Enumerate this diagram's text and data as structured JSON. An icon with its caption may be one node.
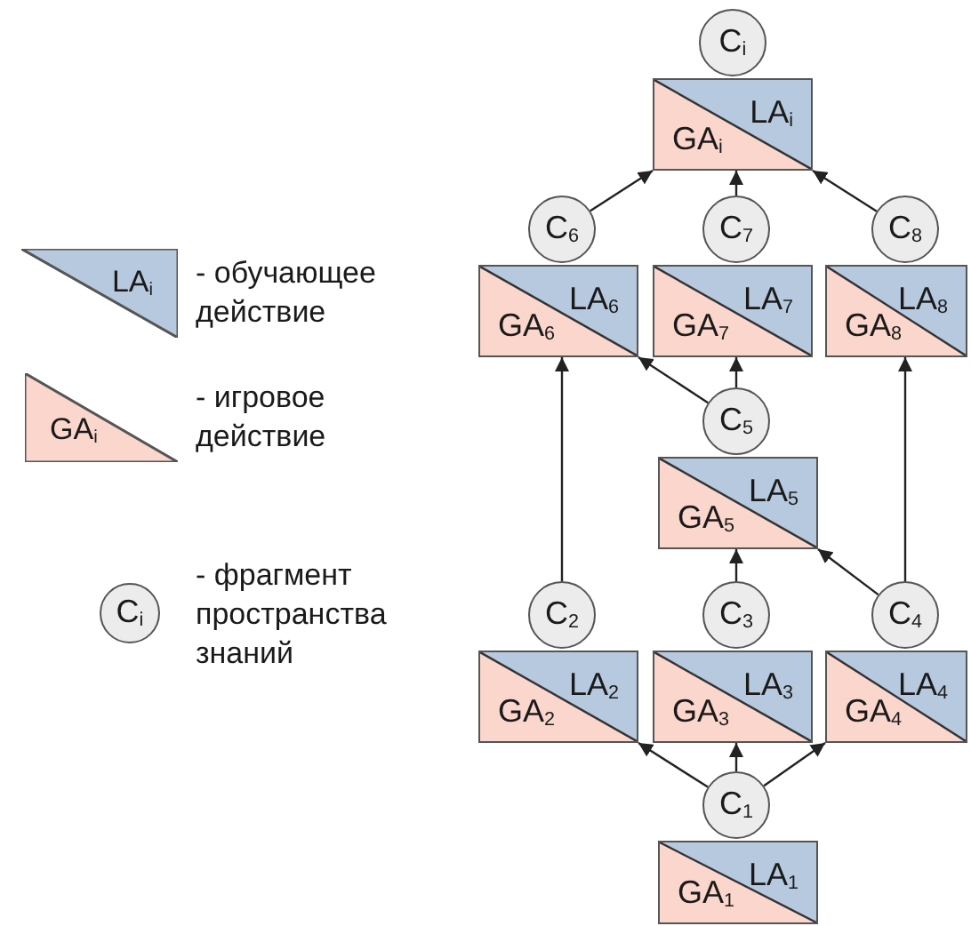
{
  "diagram": {
    "nodes": [
      {
        "text": [
          "C$_{i}$"
        ]
      },
      {
        "text": [
          "LA$_{i}$",
          "GA$_{i}$"
        ]
      },
      {
        "text": [
          "C$_{6}$"
        ]
      },
      {
        "text": [
          "C$_{7}$"
        ]
      },
      {
        "text": [
          "C$_{8}$"
        ]
      },
      {
        "text": [
          "LA$_{6}$",
          "GA$_{6}$"
        ]
      },
      {
        "text": [
          "LA$_{7}$",
          "GA$_{7}$"
        ]
      },
      {
        "text": [
          "LA$_{8}$",
          "GA$_{8}$"
        ]
      },
      {
        "text": [
          "C$_{5}$"
        ]
      },
      {
        "text": [
          "LA$_{5}$",
          "GA$_{5}$"
        ]
      },
      {
        "text": [
          "C$_{2}$"
        ]
      },
      {
        "text": [
          "C$_{3}$"
        ]
      },
      {
        "text": [
          "C$_{4}$"
        ]
      },
      {
        "text": [
          "LA$_{2}$",
          "GA$_{2}$"
        ]
      },
      {
        "text": [
          "LA$_{3}$",
          "GA$_{3}$"
        ]
      },
      {
        "text": [
          "LA$_{4}$",
          "GA$_{4}$"
        ]
      },
      {
        "text": [
          "C$_{1}$"
        ]
      },
      {
        "text": [
          "LA$_{1}$",
          "GA$_{1}$"
        ]
      },
      {
        "text": [
          "LA$_{i}$"
        ],
        "beside": [
          "- обучающее действие"
        ]
      },
      {
        "text": [
          "GA$_{i}$"
        ],
        "beside": [
          "- игровое действие"
        ]
      },
      {
        "text": [
          "C$_{i}$"
        ],
        "beside": [
          "- фрагмент пространства знаний"
        ]
      }
    ],
    "edges": [
      {
        "from": 16,
        "to": 13,
        "arrow": "to"
      },
      {
        "from": 16,
        "to": 14,
        "arrow": "to"
      },
      {
        "from": 16,
        "to": 15,
        "arrow": "to"
      },
      {
        "from": 10,
        "to": 5,
        "arrow": "to"
      },
      {
        "from": 11,
        "to": 9,
        "arrow": "to"
      },
      {
        "from": 12,
        "to": 9,
        "arrow": "to"
      },
      {
        "from": 12,
        "to": 7,
        "arrow": "to"
      },
      {
        "from": 8,
        "to": 5,
        "arrow": "to"
      },
      {
        "from": 8,
        "to": 6,
        "arrow": "to"
      },
      {
        "from": 2,
        "to": 1,
        "arrow": "to"
      },
      {
        "from": 3,
        "to": 1,
        "arrow": "to"
      },
      {
        "from": 4,
        "to": 1,
        "arrow": "to"
      }
    ]
  }
}
